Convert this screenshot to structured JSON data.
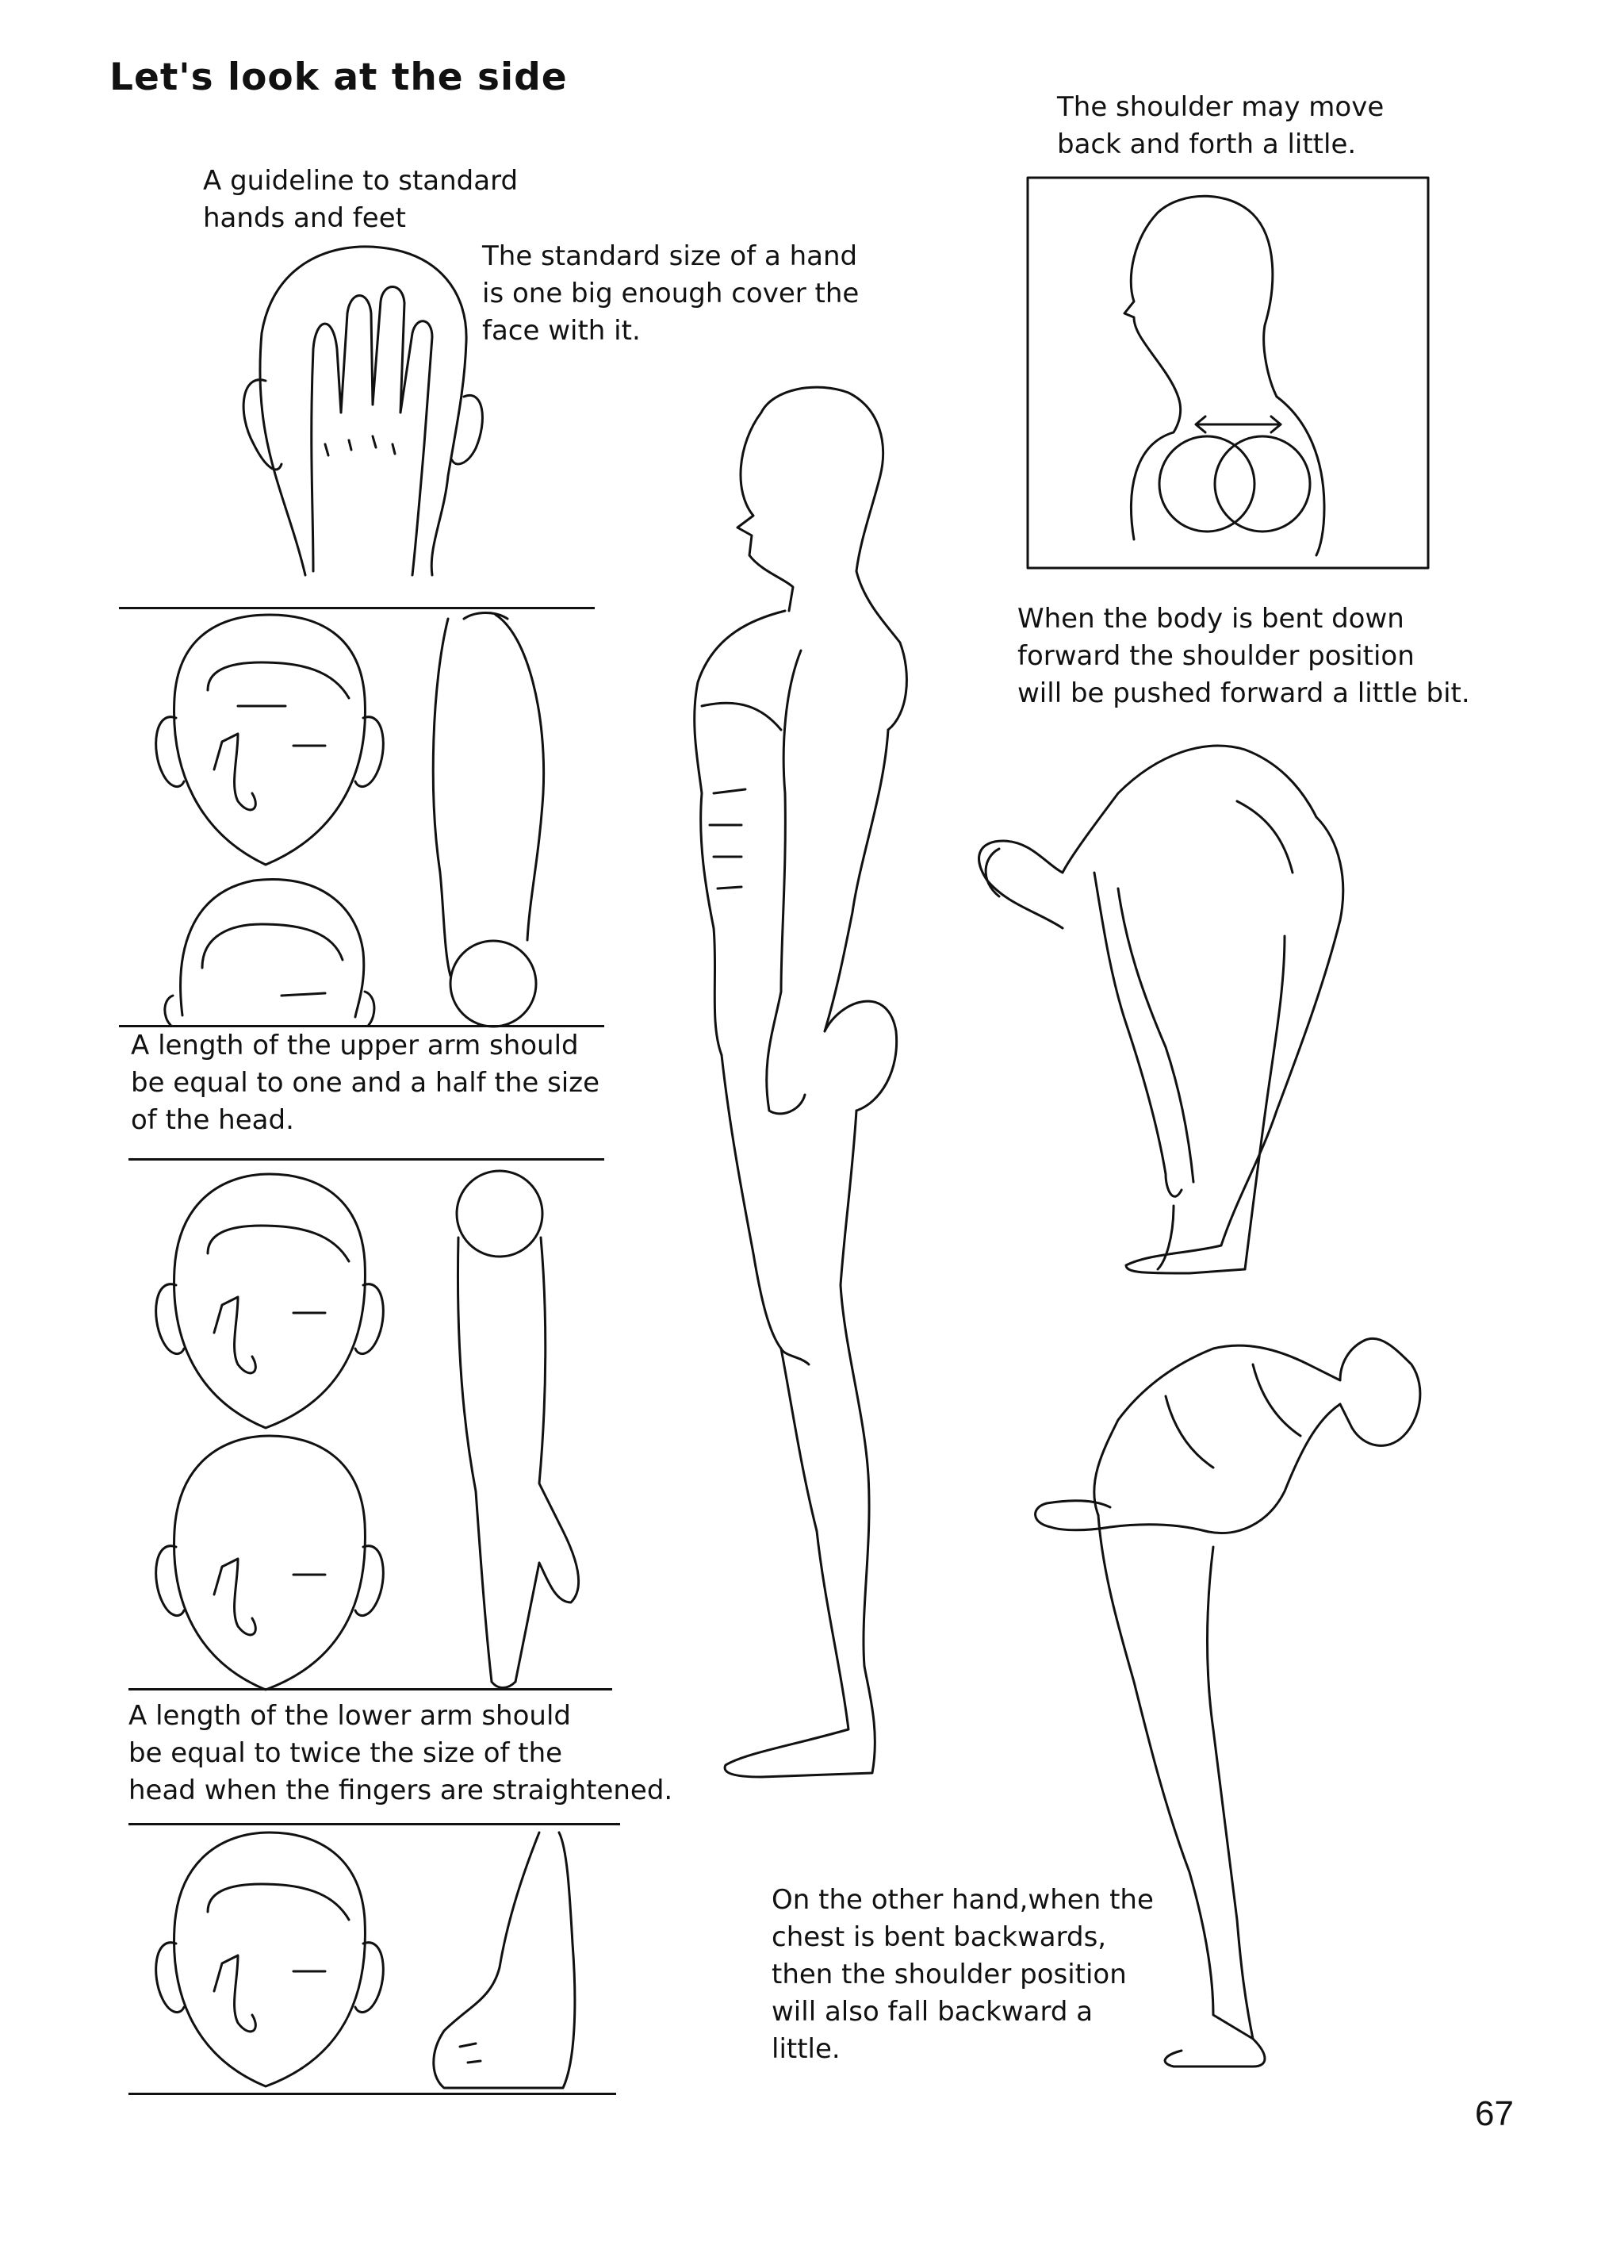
{
  "title": "Let's look at the side",
  "captions": {
    "hand_guide": "A guideline to standard\nhands and feet",
    "hand_size": "The standard size of a hand\nis one big enough cover the\nface with it.",
    "upper_arm": "A length of the upper arm should\nbe equal to one and a half the size\nof the head.",
    "lower_arm": "A length of the lower arm should\nbe equal to twice the size of the\nhead when the fingers are straightened.",
    "shoulder_move": "The shoulder may move\nback and forth a little.",
    "bent_forward": "When the body is bent down\nforward the shoulder position\nwill be pushed forward a little bit.",
    "bent_backward": "On the other hand,when the\nchest is bent backwards,\nthen the shoulder position\nwill also fall backward a\nlittle."
  },
  "page_number": "67"
}
